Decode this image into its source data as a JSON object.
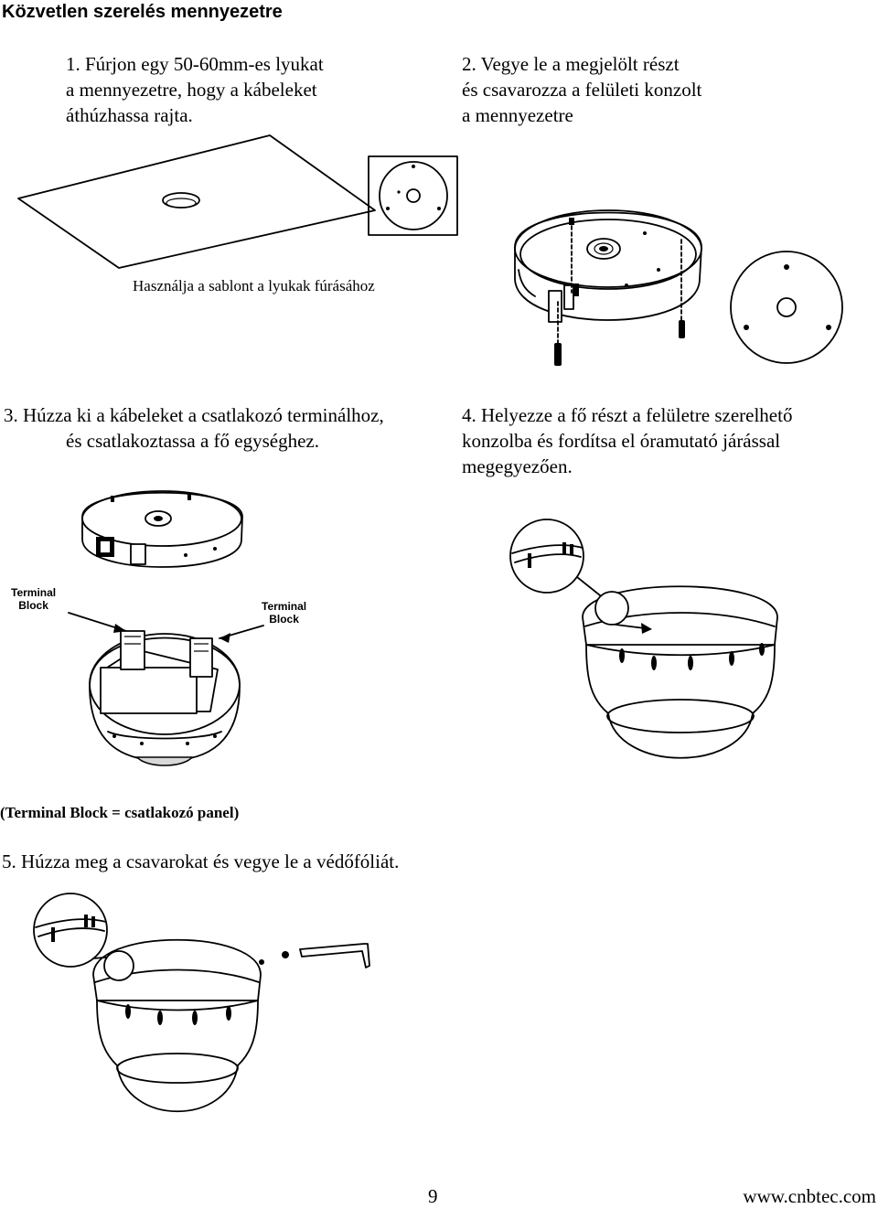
{
  "page": {
    "title": "Közvetlen szerelés mennyezetre",
    "step1": [
      "1. Fúrjon egy 50-60mm-es lyukat",
      "a mennyezetre, hogy a kábeleket",
      "áthúzhassa rajta."
    ],
    "step2": [
      "2. Vegye le a megjelölt részt",
      "és csavarozza a felületi konzolt",
      "a mennyezetre"
    ],
    "template_caption": "Használja a sablont a lyukak fúrásához",
    "step3": [
      "3. Húzza ki a kábeleket a csatlakozó terminálhoz,",
      "és csatlakoztassa a fő egységhez."
    ],
    "step4": [
      "4. Helyezze a fő részt a felületre szerelhető",
      "konzolba és fordítsa el óramutató járással",
      "megegyezően."
    ],
    "terminal_left": [
      "Terminal",
      "Block"
    ],
    "terminal_right": [
      "Terminal",
      "Block"
    ],
    "terminal_note": "(Terminal Block = csatlakozó panel)",
    "step5": "5. Húzza meg a csavarokat és vegye le a védőfóliát.",
    "page_number": "9",
    "website": "www.cnbtec.com"
  }
}
